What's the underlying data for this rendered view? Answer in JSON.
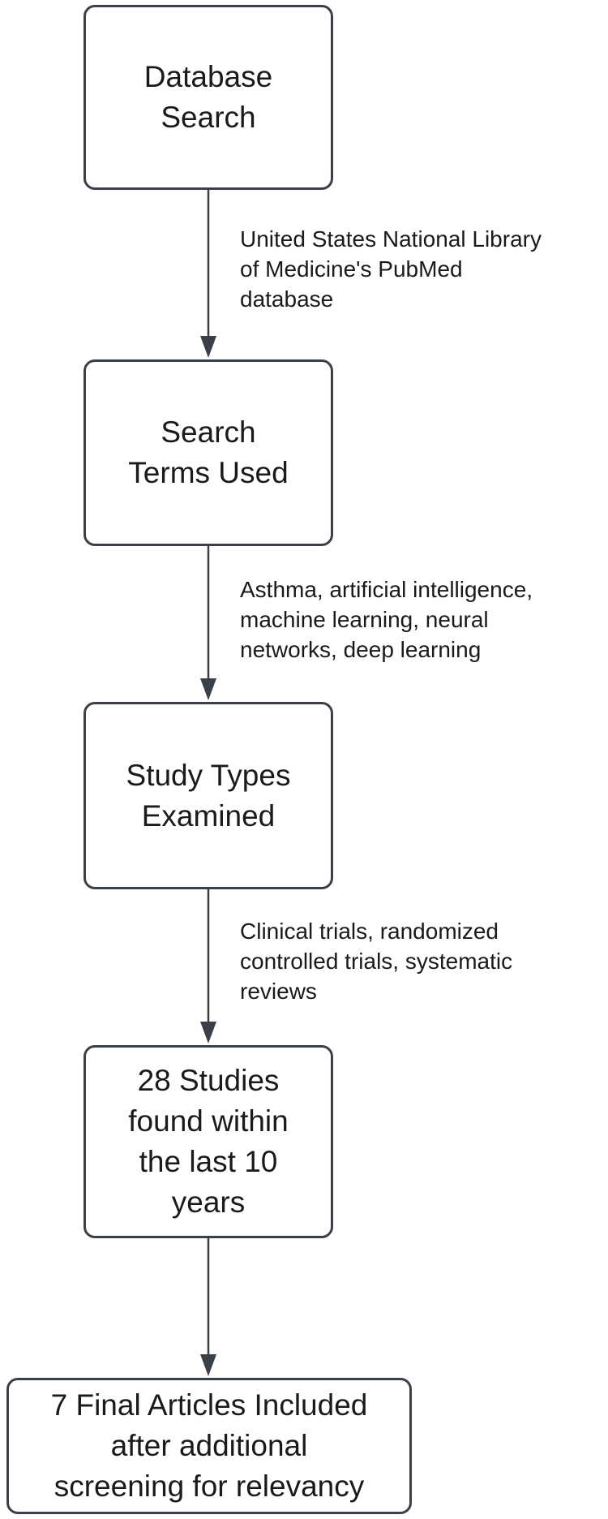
{
  "diagram": {
    "boxes": [
      {
        "id": "database-search",
        "text": "Database\nSearch"
      },
      {
        "id": "search-terms",
        "text": "Search\nTerms Used"
      },
      {
        "id": "study-types",
        "text": "Study Types\nExamined"
      },
      {
        "id": "studies-found",
        "text": "28 Studies\nfound within\nthe last 10\nyears"
      },
      {
        "id": "final-articles",
        "text": "7 Final Articles Included\nafter additional\nscreening for relevancy"
      }
    ],
    "edge_labels": [
      {
        "text": "United States National Library\nof Medicine's PubMed\ndatabase"
      },
      {
        "text": "Asthma, artificial intelligence,\nmachine learning, neural\nnetworks, deep learning"
      },
      {
        "text": "Clinical trials, randomized\ncontrolled trials, systematic\nreviews"
      }
    ],
    "line_color": "#3b3f47"
  }
}
